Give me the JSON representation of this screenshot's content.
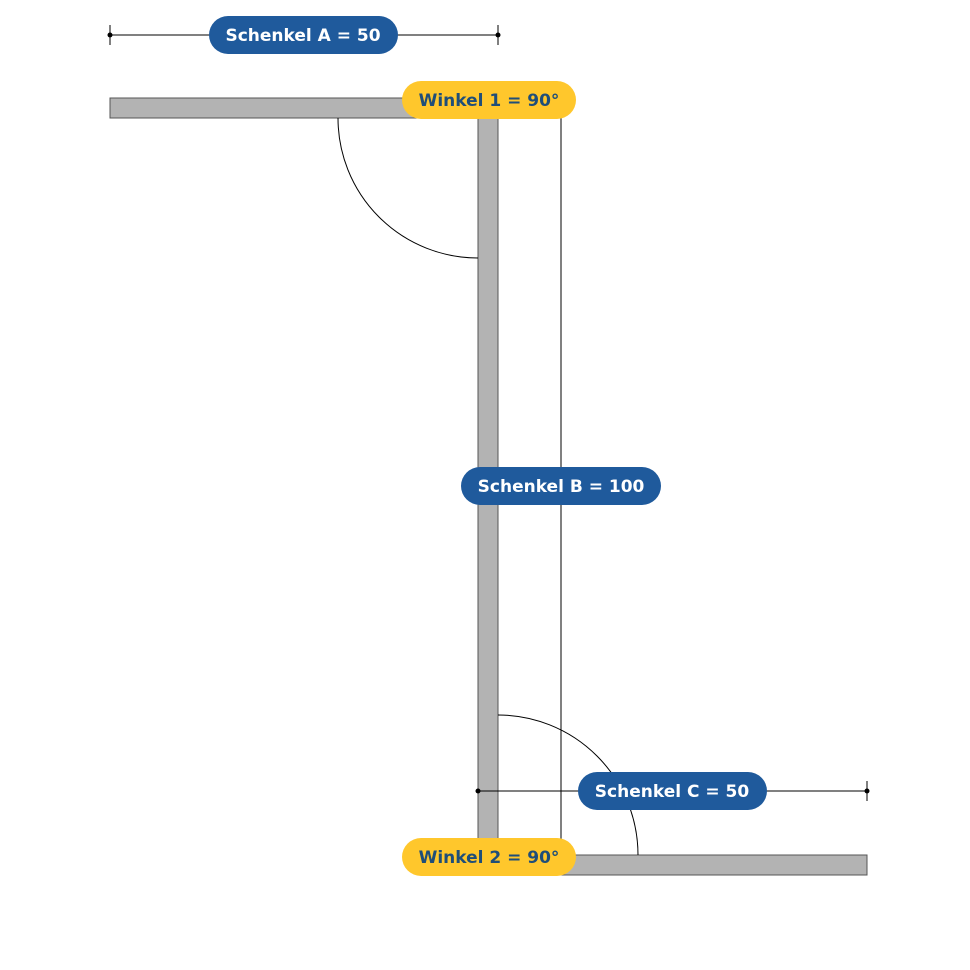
{
  "labels": {
    "leg_a": "Schenkel A = 50",
    "leg_b": "Schenkel B = 100",
    "leg_c": "Schenkel C = 50",
    "angle_1": "Winkel 1 = 90°",
    "angle_2": "Winkel 2 = 90°"
  },
  "colors": {
    "leg_pill": "#1f5a9c",
    "angle_pill": "#ffc72c",
    "leg_text": "#ffffff",
    "angle_text": "#1f4e79",
    "profile_fill": "#b3b3b3",
    "profile_stroke": "#555555",
    "line": "#000000"
  }
}
